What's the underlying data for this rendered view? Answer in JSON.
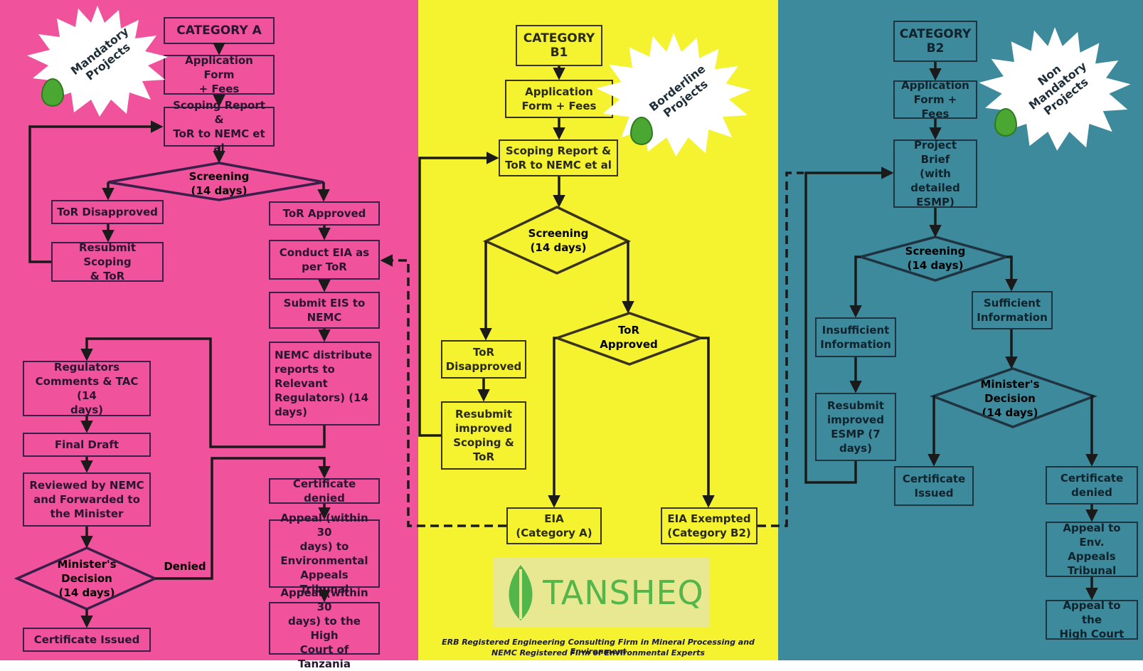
{
  "colors": {
    "panel_a": "#f0529c",
    "panel_b1": "#f5f230",
    "panel_b2": "#3d8a9c",
    "logo_green": "#52b64a"
  },
  "category_a": {
    "title": "CATEGORY A",
    "badge": "Mandatory\nProjects",
    "application": "Application Form\n+ Fees",
    "scoping": "Scoping Report &\nToR to NEMC et al",
    "screening": "Screening\n(14 days)",
    "tor_disapproved": "ToR Disapproved",
    "tor_approved": "ToR Approved",
    "resubmit": "Resubmit  Scoping\n& ToR",
    "conduct_eia": "Conduct EIA as\nper ToR",
    "submit_eis": "Submit EIS to\nNEMC",
    "nemc_distribute": "NEMC distribute\nreports to\nRelevant\nRegulators) (14\ndays)",
    "regulators": "Regulators\nComments & TAC (14\ndays)",
    "final_draft": "Final Draft",
    "reviewed": "Reviewed by NEMC\nand Forwarded to\nthe Minister",
    "ministers_decision": "Minister's\nDecision\n(14 days)",
    "denied_label": "Denied",
    "certificate_issued": "Certificate Issued",
    "certificate_denied": "Certificate denied",
    "appeal_tribunal": "Appeal (within 30\ndays) to\nEnvironmental\nAppeals Tribunal",
    "appeal_high_court": "Appeal (within 30\ndays) to the High\nCourt of Tanzania"
  },
  "category_b1": {
    "title": "CATEGORY\nB1",
    "badge": "Borderline\nProjects",
    "application": "Application\nForm  + Fees",
    "scoping": "Scoping Report &\nToR to NEMC et al",
    "screening": "Screening\n(14 days)",
    "tor_disapproved": "ToR\nDisapproved",
    "tor_approved": "ToR\nApproved",
    "resubmit": "Resubmit\nimproved\nScoping &\nToR",
    "eia_a": "EIA\n(Category A)",
    "eia_exempted": "EIA Exempted\n(Category B2)"
  },
  "category_b2": {
    "title": "CATEGORY\nB2",
    "badge": "Non\nMandatory\nProjects",
    "application": "Application\nForm  + Fees",
    "project_brief": "Project Brief\n(with\ndetailed\nESMP)",
    "screening": "Screening\n(14 days)",
    "insufficient": "Insufficient\nInformation",
    "sufficient": "Sufficient\nInformation",
    "resubmit": "Resubmit\nimproved\nESMP (7\ndays)",
    "ministers_decision": "Minister's\nDecision\n(14 days)",
    "certificate_issued": "Certificate\nIssued",
    "certificate_denied": "Certificate\ndenied",
    "appeal_tribunal": "Appeal to Env.\nAppeals\nTribunal",
    "appeal_high_court": "Appeal to the\nHigh Court"
  },
  "logo": {
    "text": "TANSHEQ",
    "icon": "leaf-logo-icon"
  },
  "footer": {
    "line1": "ERB Registered Engineering  Consulting Firm in Mineral Processing and Environment",
    "line2": "NEMC Registered Firm of Environmental Experts"
  }
}
